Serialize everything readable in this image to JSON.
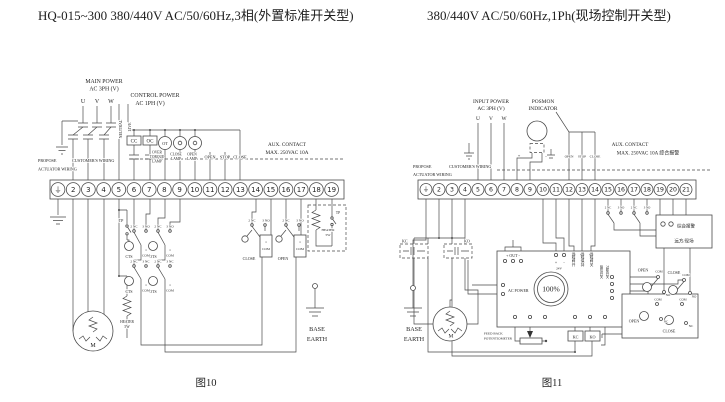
{
  "fig10": {
    "title": "HQ-015~300 380/440V AC/50/60Hz,3相(外置标准开关型)",
    "caption": "图10",
    "terminals": [
      "⏚",
      "2",
      "3",
      "4",
      "5",
      "6",
      "7",
      "8",
      "9",
      "10",
      "11",
      "12",
      "13",
      "14",
      "15",
      "16",
      "17",
      "18",
      "19"
    ],
    "labels": {
      "main_power_1": "MAIN POWER",
      "main_power_2": "AC  3PH  (V)",
      "u": "U",
      "v": "V",
      "w": "W",
      "control_power_1": "CONTROL POWER",
      "control_power_2": "AC  1PH  (V)",
      "neutral": "NEUTRAL",
      "live": "LIVE",
      "cc": "CC",
      "oc": "OC",
      "ot": "OT",
      "otl_1": "OVER",
      "otl_2": "TORQUE",
      "otl_3": "LAMP",
      "cl_1": "CLOSE",
      "cl_2": "LAMP",
      "ol_1": "OPEN",
      "ol_2": "LAMP",
      "open": "OPEN",
      "stop": "STOP",
      "close": "CLOSE",
      "aux_contact": "AUX.  CONTACT",
      "aux_rating": "MAX.  250VAC  10A",
      "propose": "PROPOSE",
      "customers_wiring": "CUSTOMER'S WIRING",
      "actuator_wiring": "ACTUATOR WIRING",
      "tp": "TP",
      "pin_2nc": "2 NC",
      "pin_3no": "3 NO",
      "pin_3nc": "3 NC",
      "pin_1": "1",
      "pin_com": "COM",
      "cts": "CTS",
      "ots": "OTS",
      "heater_1": "HEATER",
      "heater_2": "5W",
      "close_btn": "CLOSE",
      "open_btn": "OPEN",
      "motor": "M",
      "base_1": "BASE",
      "base_2": "EARTH"
    }
  },
  "fig11": {
    "title": "380/440V AC/50/60Hz,1Ph(现场控制开关型)",
    "caption": "图11",
    "terminals": [
      "⏚",
      "2",
      "3",
      "4",
      "5",
      "6",
      "7",
      "8",
      "9",
      "10",
      "11",
      "12",
      "13",
      "14",
      "15",
      "16",
      "17",
      "18",
      "19",
      "20",
      "21"
    ],
    "labels": {
      "input_power_1": "INPUT POWER",
      "input_power_2": "AC  3PH  (V)",
      "posmon_1": "POSMON",
      "posmon_2": "INDICATOR",
      "u": "U",
      "v": "V",
      "w": "W",
      "plus": "+",
      "minus": "-",
      "propose": "PROPOSE",
      "customers_wiring": "CUSTOMER'S WIRING",
      "actuator_wiring": "ACTUATOR WIRING",
      "open": "OPEN",
      "stop": "STOP",
      "close": "CLOSE",
      "aux_contact": "AUX.  CONTACT",
      "aux_rating": "MAX.  250VAC  10A  综合报警",
      "pin_2nc": "2 NC",
      "pin_3no": "3 NO",
      "alarm": "综合报警",
      "remote_local": "远方/现场",
      "out": "+ OUT -",
      "ac_power": "AC POWER",
      "dial": "100%",
      "v24": "24V",
      "v24_plus": "+",
      "v24_minus": "-",
      "remote_open": "远程阀开",
      "remote_hold": "远程保持",
      "remote_close": "远程阀关",
      "limit_sw": "限位开关",
      "torque_sw": "过矩开关",
      "kc": "KC",
      "ko": "KO",
      "feedback_1": "FEED BACK",
      "feedback_2": "POTENTIOMETER",
      "com": "COM",
      "no": "NO",
      "nc": "NC",
      "open_sw": "OPEN",
      "close_sw": "CLOSE",
      "motor": "M",
      "base_1": "BASE",
      "base_2": "EARTH"
    }
  }
}
